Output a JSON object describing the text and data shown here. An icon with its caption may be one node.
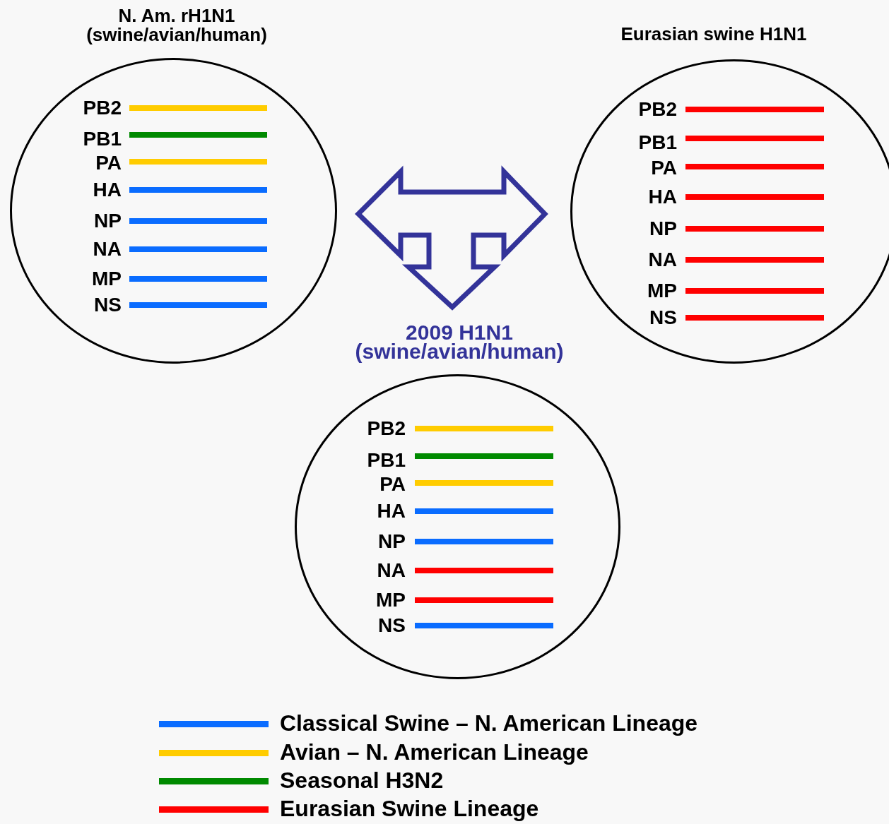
{
  "diagram": {
    "nodes": [
      {
        "text": [
          "N. Am. rH1N1 (swine/avian/human)"
        ]
      },
      {
        "text": [
          "PB2"
        ],
        "in": 0
      },
      {
        "text": [
          "PB1"
        ],
        "in": 0
      },
      {
        "text": [
          "PA"
        ],
        "in": 0
      },
      {
        "text": [
          "HA"
        ],
        "in": 0
      },
      {
        "text": [
          "NP"
        ],
        "in": 0
      },
      {
        "text": [
          "NA"
        ],
        "in": 0
      },
      {
        "text": [
          "MP"
        ],
        "in": 0
      },
      {
        "text": [
          "NS"
        ],
        "in": 0
      },
      {
        "text": [
          "Eurasian swine H1N1"
        ]
      },
      {
        "text": [
          "PB2"
        ],
        "in": 9
      },
      {
        "text": [
          "PB1"
        ],
        "in": 9
      },
      {
        "text": [
          "PA"
        ],
        "in": 9
      },
      {
        "text": [
          "HA"
        ],
        "in": 9
      },
      {
        "text": [
          "NP"
        ],
        "in": 9
      },
      {
        "text": [
          "NA"
        ],
        "in": 9
      },
      {
        "text": [
          "MP"
        ],
        "in": 9
      },
      {
        "text": [
          "NS"
        ],
        "in": 9
      },
      {
        "text": [
          "2009 H1N1 (swine/avian/human)"
        ]
      },
      {
        "text": [
          "PB2"
        ],
        "in": 18
      },
      {
        "text": [
          "PB1"
        ],
        "in": 18
      },
      {
        "text": [
          "PA"
        ],
        "in": 18
      },
      {
        "text": [
          "HA"
        ],
        "in": 18
      },
      {
        "text": [
          "NP"
        ],
        "in": 18
      },
      {
        "text": [
          "NA"
        ],
        "in": 18
      },
      {
        "text": [
          "MP"
        ],
        "in": 18
      },
      {
        "text": [
          "NS"
        ],
        "in": 18
      }
    ],
    "edges": [
      {
        "from": 0,
        "to": 18,
        "arrow": "both"
      },
      {
        "from": 9,
        "to": 18,
        "arrow": "both"
      }
    ],
    "legend": [
      {
        "text": "Classical Swine – N. American Lineage",
        "color": "#0a6cff"
      },
      {
        "text": "Avian – N. American Lineage",
        "color": "#ffcc00"
      },
      {
        "text": "Seasonal H3N2",
        "color": "#008a00"
      },
      {
        "text": "Eurasian Swine Lineage",
        "color": "#ff0000"
      }
    ]
  }
}
